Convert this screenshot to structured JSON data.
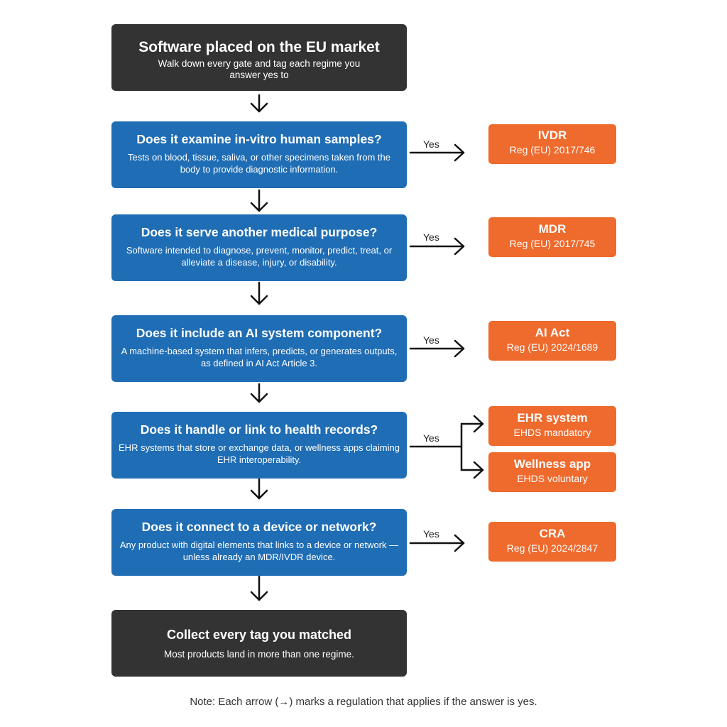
{
  "start": {
    "title": "Software placed on the EU market",
    "subtitle": "Walk down every gate and tag each regime you answer yes to"
  },
  "questions": [
    {
      "title": "Does it examine in-vitro human samples?",
      "desc": "Tests on blood, tissue, saliva, or other specimens taken from the body to provide diagnostic information.",
      "yes": "Yes"
    },
    {
      "title": "Does it serve another medical purpose?",
      "desc": "Software intended to diagnose, prevent, monitor, predict, treat, or alleviate a disease, injury, or disability.",
      "yes": "Yes"
    },
    {
      "title": "Does it include an AI system component?",
      "desc": "A machine-based system that infers, predicts, or generates outputs, as defined in AI Act Article 3.",
      "yes": "Yes"
    },
    {
      "title": "Does it handle or link to health records?",
      "desc": "EHR systems that store or exchange data, or wellness apps claiming EHR interoperability.",
      "yes": "Yes"
    },
    {
      "title": "Does it connect to a device or network?",
      "desc": "Any product with digital elements that links to a device or network — unless already an MDR/IVDR device.",
      "yes": "Yes"
    }
  ],
  "outcomes": [
    {
      "title": "IVDR",
      "sub": "Reg (EU) 2017/746"
    },
    {
      "title": "MDR",
      "sub": "Reg (EU) 2017/745"
    },
    {
      "title": "AI Act",
      "sub": "Reg (EU) 2024/1689"
    },
    {
      "title": "EHR system",
      "sub": "EHDS mandatory"
    },
    {
      "title": "Wellness app",
      "sub": "EHDS voluntary"
    },
    {
      "title": "CRA",
      "sub": "Reg (EU) 2024/2847"
    }
  ],
  "end": {
    "title": "Collect every tag you matched",
    "subtitle": "Most products land in more than one regime."
  },
  "note": "Note: Each arrow (→) marks a regulation that applies if the answer is yes.",
  "colors": {
    "dark": "#333333",
    "question": "#1f6db5",
    "outcome": "#ef6a2d"
  }
}
